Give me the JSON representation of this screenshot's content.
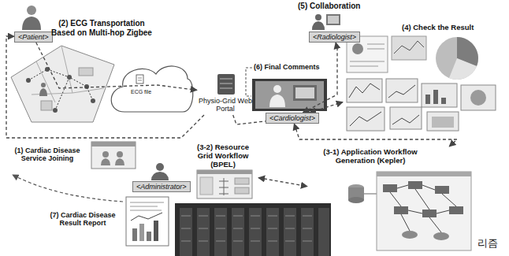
{
  "diagram": {
    "nodes": [
      {
        "text": [
          "<Patient>"
        ]
      },
      {
        "text": [
          "Physio-Grid Web Portal"
        ]
      },
      {
        "text": [
          "<Radiologist>"
        ]
      },
      {
        "text": [
          "(4) Check the Result"
        ]
      },
      {
        "text": [
          "<Cardiologist>"
        ]
      },
      {
        "text": [
          "(3-1) Application Workflow Generation (Kepler)"
        ]
      },
      {
        "text": [
          "<Administrator>"
        ]
      },
      {
        "text": [
          "(3-2) Resource Grid Workflow (BPEL)"
        ]
      }
    ],
    "edges": [
      {
        "from": 0,
        "to": 1,
        "arrow": "to"
      },
      {
        "from": 1,
        "to": 0,
        "arrow": "to"
      },
      {
        "from": 4,
        "to": 2,
        "arrow": "both"
      },
      {
        "from": 4,
        "to": 3,
        "arrow": "both"
      },
      {
        "from": 4,
        "to": 5,
        "arrow": "both"
      },
      {
        "from": 7,
        "to": 5,
        "arrow": "both"
      },
      {
        "from": 1,
        "to": 4,
        "arrow": "none"
      }
    ],
    "labels": [
      "(2) ECG Transportation Based on Multi-hop Zigbee",
      "ECG file",
      "(5) Collaboration",
      "(6) Final Comments",
      "(1) Cardiac Disease Service Joining",
      "(7) Cardiac Disease Result Report",
      "리즘"
    ]
  }
}
